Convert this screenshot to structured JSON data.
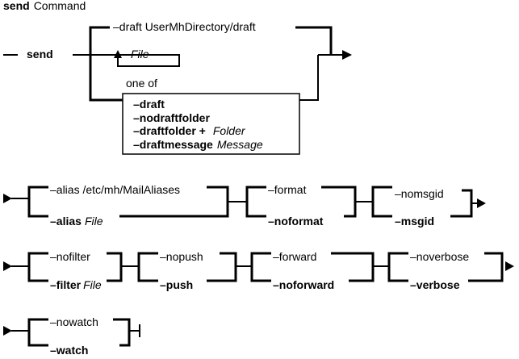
{
  "title": {
    "command": "send",
    "word": "Command"
  },
  "syntax": {
    "command": "send",
    "default_draft": "–draft UserMhDirectory/draft",
    "file_arg": "File",
    "one_of_label": "one of",
    "options": [
      {
        "flag": "–draft",
        "arg": ""
      },
      {
        "flag": "–nodraftfolder",
        "arg": ""
      },
      {
        "flag": "–draftfolder +",
        "arg": "Folder"
      },
      {
        "flag": "–draftmessage",
        "arg": "Message"
      }
    ],
    "alias": {
      "default": "–alias /etc/mh/MailAliases",
      "alt_flag": "–alias",
      "alt_arg": "File"
    },
    "format": {
      "default": "–format",
      "alt": "–noformat"
    },
    "msgid": {
      "default": "–nomsgid",
      "alt": "–msgid"
    },
    "filter": {
      "default": "–nofilter",
      "alt_flag": "–filter",
      "alt_arg": "File"
    },
    "push": {
      "default": "–nopush",
      "alt": "–push"
    },
    "forward": {
      "default": "–forward",
      "alt": "–noforward"
    },
    "verbose": {
      "default": "–noverbose",
      "alt": "–verbose"
    },
    "watch": {
      "default": "–nowatch",
      "alt": "–watch"
    }
  }
}
